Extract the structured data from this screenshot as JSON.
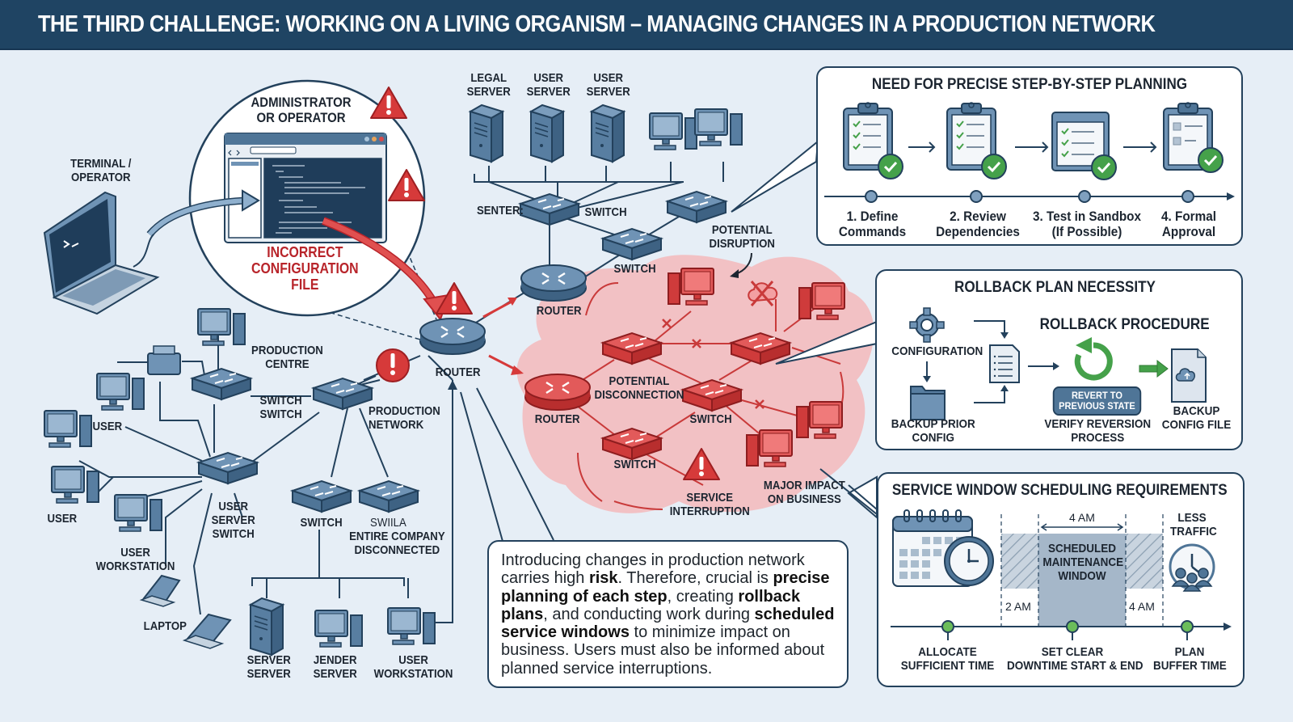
{
  "title": "THE THIRD CHALLENGE: WORKING ON A LIVING ORGANISM – MANAGING CHANGES IN A PRODUCTION NETWORK",
  "colors": {
    "navy": "#1f4463",
    "device_blue": "#4f7597",
    "alert_red": "#d63a3a",
    "cloud_red": "#f3b9bb",
    "success_green": "#45a14a",
    "background": "#e6eef6"
  },
  "operator": {
    "terminal_label": "TERMINAL /\nOPERATOR",
    "terminal_prompt": ">_",
    "admin_label": "ADMINISTRATOR\nOR OPERATOR",
    "incorrect_config_label": "INCORRECT\nCONFIGURATION\nFILE"
  },
  "top_network": {
    "servers": [
      "LEGAL\nSERVER",
      "USER\nSERVER",
      "USER\nSERVER"
    ],
    "switch_left_label": "SENTER:",
    "switch_label": "SWITCH",
    "switch2_label": "SWITCH",
    "router_label": "ROUTER"
  },
  "left_network": {
    "central_router_label": "ROUTER",
    "production_centre_label": "PRODUCTION\nCENTRE",
    "switch_switch_label": "SWITCH\nSWITCH",
    "production_network_label": "PRODUCTION\nNETWORK",
    "user_label_1": "USER",
    "user_label_2": "USER",
    "user_workstation_label": "USER\nWORKSTATION",
    "user_server_switch_label": "USER\nSERVER\nSWITCH",
    "switch_label": "SWITCH",
    "swiila_label": "SWIILA",
    "entire_company_label": "ENTIRE COMPANY\nDISCONNECTED",
    "laptop_label": "LAPTOP",
    "bottom_devices": [
      "SERVER\nSERVER",
      "JENDER\nSERVER",
      "USER\nWORKSTATION"
    ]
  },
  "impact_zone": {
    "potential_disruption": "POTENTIAL\nDISRUPTION",
    "router_label": "ROUTER",
    "potential_disconnection": "POTENTIAL\nDISCONNECTION",
    "switch_label_mid": "SWITCH",
    "switch_label_bottom": "SWITCH",
    "service_interruption": "SERVICE\nINTERRUPTION",
    "major_impact": "MAJOR IMPACT\nON BUSINESS"
  },
  "planning_panel": {
    "title": "NEED FOR PRECISE STEP-BY-STEP PLANNING",
    "steps": [
      {
        "label": "1. Define\nCommands",
        "icon": "clipboard-checklist-icon"
      },
      {
        "label": "2. Review\nDependencies",
        "icon": "clipboard-checklist-icon"
      },
      {
        "label": "3. Test in Sandbox\n(If Possible)",
        "icon": "window-checklist-icon"
      },
      {
        "label": "4. Formal\nApproval",
        "icon": "clipboard-approval-icon"
      }
    ]
  },
  "rollback_panel": {
    "title": "ROLLBACK PLAN NECESSITY",
    "procedure_title": "ROLLBACK PROCEDURE",
    "configuration_label": "CONFIGURATION",
    "backup_prior_label": "BACKUP PRIOR\nCONFIG",
    "revert_button": "REVERT TO\nPREVIOUS STATE",
    "verify_label": "VERIFY REVERSION\nPROCESS",
    "backup_file_label": "BACKUP\nCONFIG FILE"
  },
  "service_window_panel": {
    "title": "SERVICE WINDOW SCHEDULING REQUIREMENTS",
    "window_span_label": "4 AM",
    "window_label": "SCHEDULED\nMAINTENANCE\nWINDOW",
    "start_time": "2 AM",
    "end_time": "4 AM",
    "less_traffic_label": "LESS\nTRAFFIC",
    "milestones": [
      "ALLOCATE\nSUFFICIENT TIME",
      "SET CLEAR\nDOWNTIME START & END",
      "PLAN\nBUFFER TIME"
    ]
  },
  "summary_note": {
    "segments": [
      {
        "text": "Introducing changes in production network carries high ",
        "bold": false
      },
      {
        "text": "risk",
        "bold": true
      },
      {
        "text": ". Therefore, crucial is ",
        "bold": false
      },
      {
        "text": "precise planning of each step",
        "bold": true
      },
      {
        "text": ", creating ",
        "bold": false
      },
      {
        "text": "rollback plans",
        "bold": true
      },
      {
        "text": ", and conducting work during ",
        "bold": false
      },
      {
        "text": "scheduled service windows",
        "bold": true
      },
      {
        "text": " to minimize impact on business. Users must also be informed about planned service interruptions.",
        "bold": false
      }
    ]
  }
}
